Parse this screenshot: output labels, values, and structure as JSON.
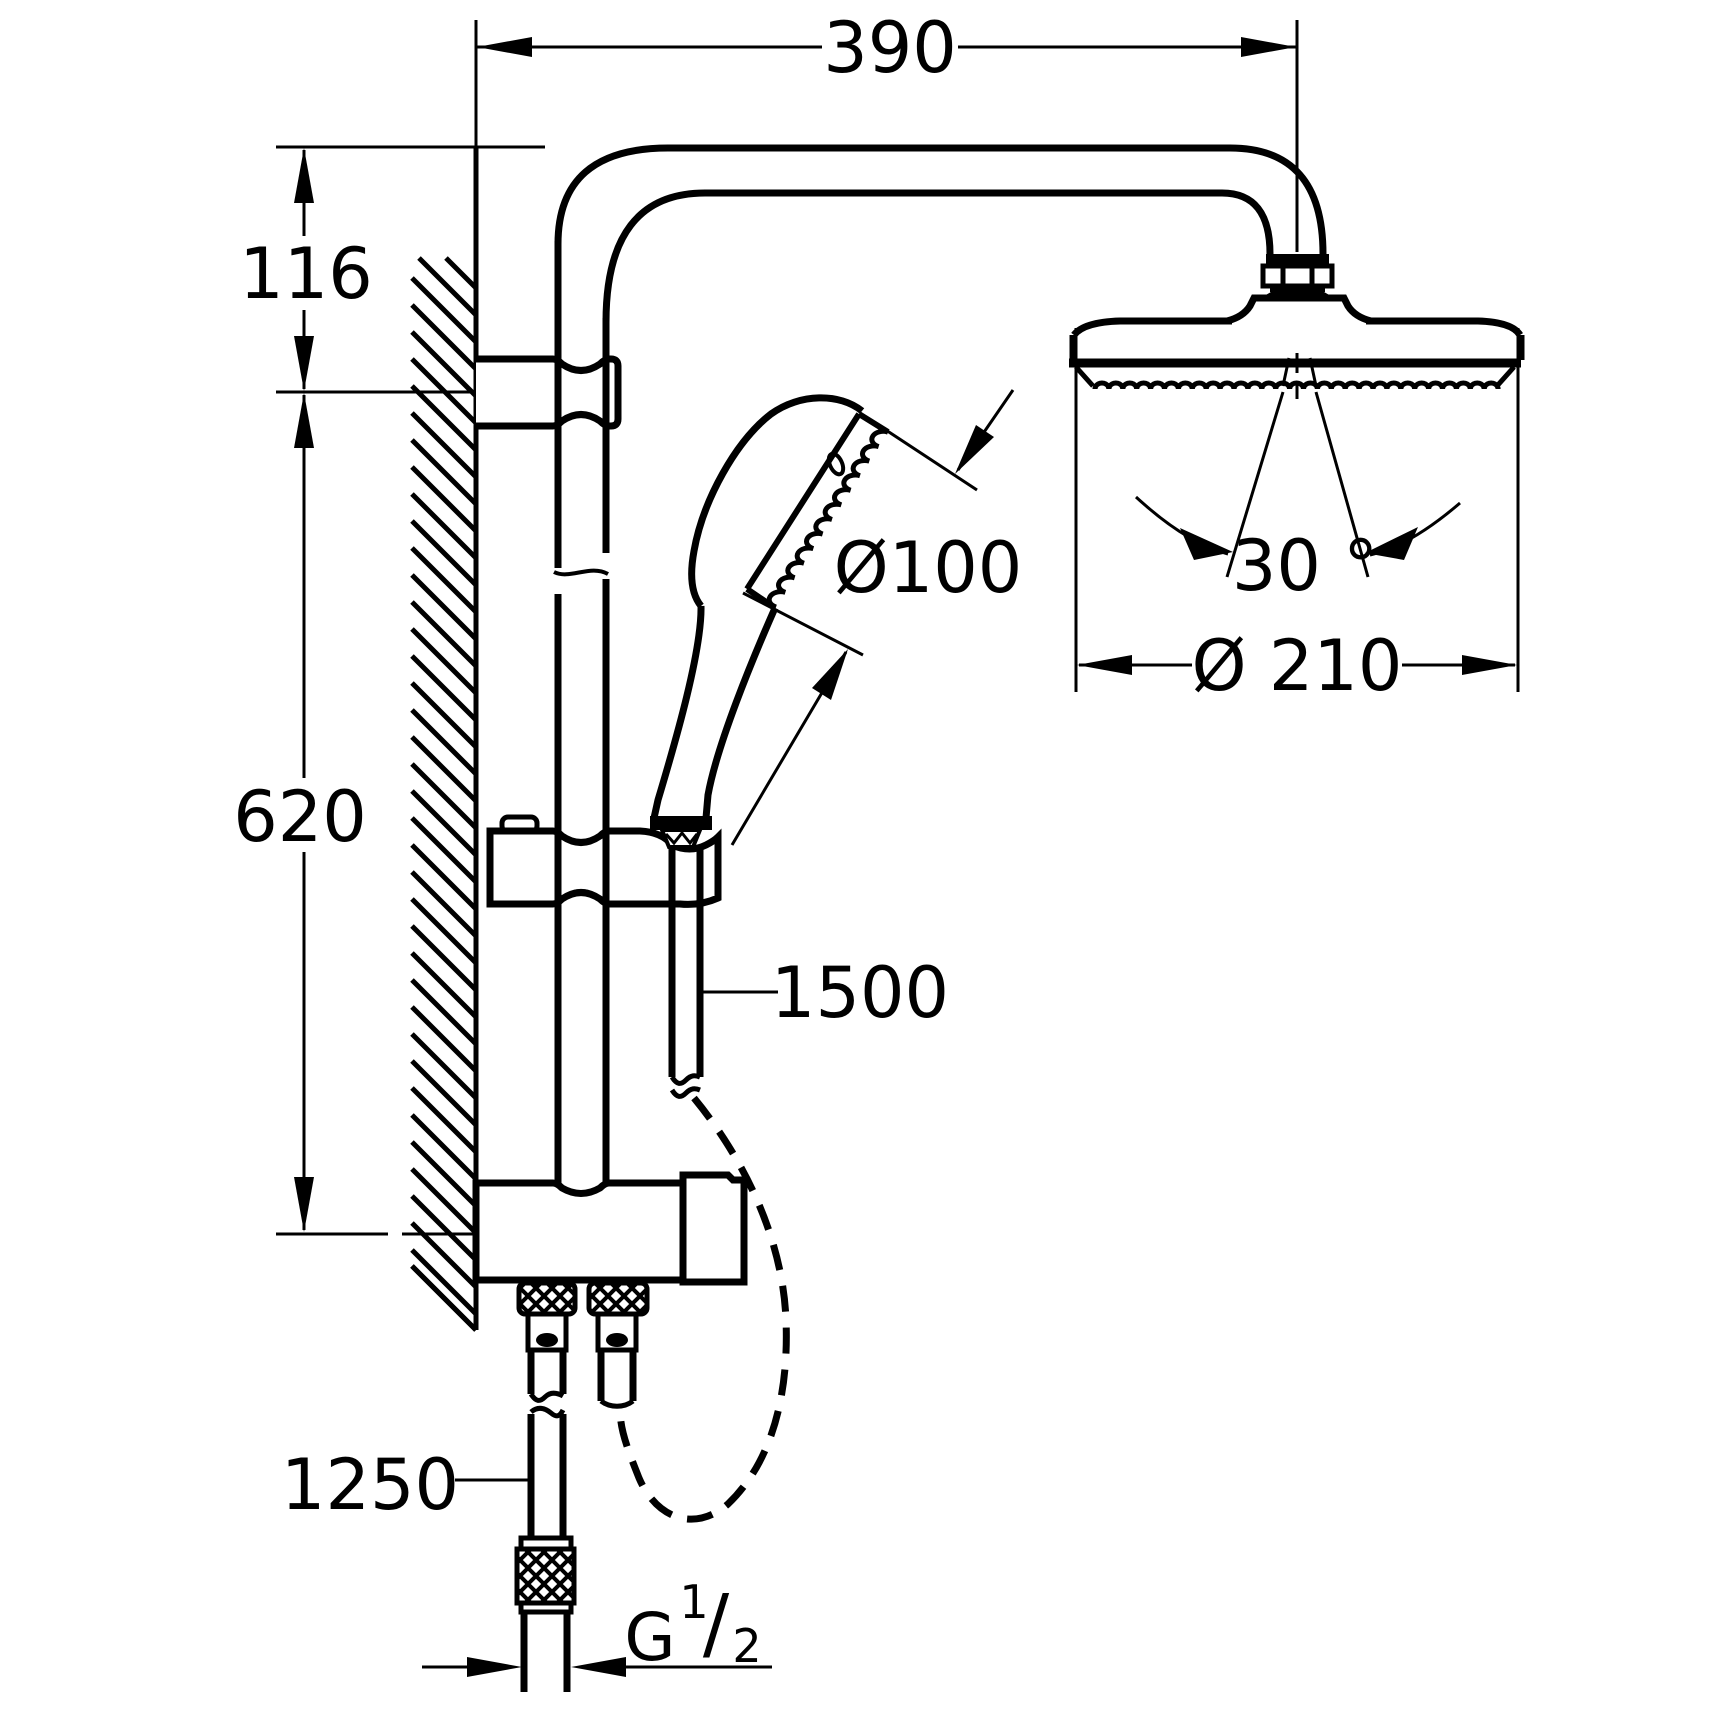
{
  "drawing": {
    "type": "technical-dimension-drawing",
    "subject": "shower system with overhead shower, hand shower, riser rail and wall-mounted diverter valve",
    "line_color": "#000000",
    "background": "#ffffff",
    "labels": {
      "top_width": "390",
      "top_offset": "116",
      "rail_length": "620",
      "hand_hose_length": "1500",
      "inlet_hose_length": "1250",
      "head_diameter": "Ø 210",
      "head_swivel_angle": "30 °",
      "hand_shower_diameter": "Ø100",
      "thread_letter": "G",
      "thread_numerator": "1",
      "thread_slash": "/",
      "thread_denominator": "2"
    }
  }
}
